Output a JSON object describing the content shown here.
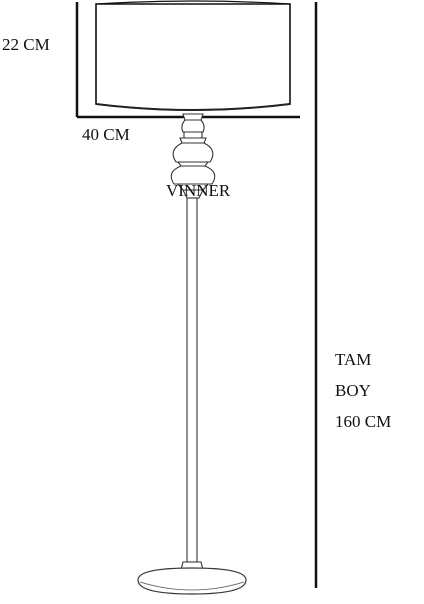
{
  "dimensions": {
    "shade_height": "22 CM",
    "shade_width": "40 CM",
    "total_height_lines": [
      "TAM",
      "BOY",
      "160 CM"
    ]
  },
  "product": {
    "name": "VINNER"
  }
}
